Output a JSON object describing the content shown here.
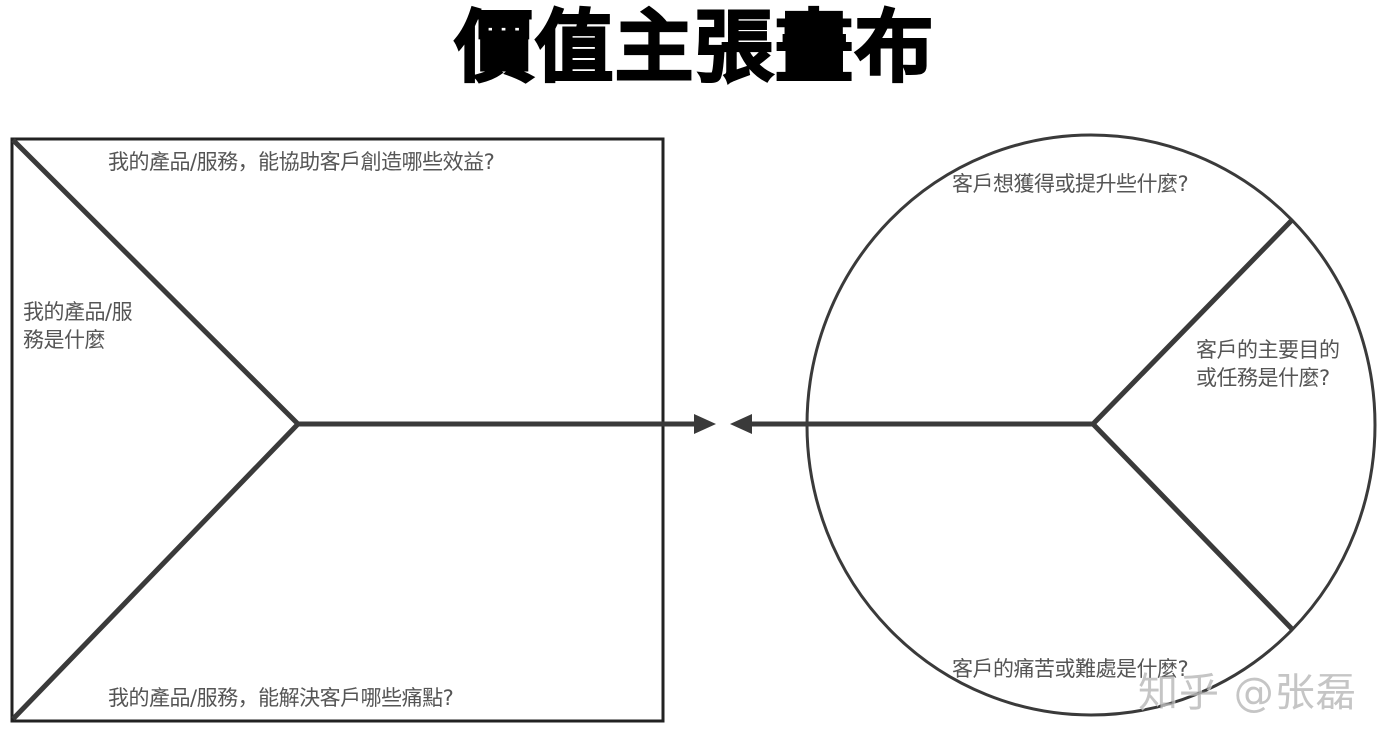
{
  "title": "價值主張畫布",
  "value_map": {
    "shape": "rectangle",
    "gains_creators": "我的產品/服務，能協助客戶創造哪些效益?",
    "products_services_line1": "我的產品/服",
    "products_services_line2": "務是什麼",
    "pain_relievers": "我的產品/服務，能解決客戶哪些痛點?"
  },
  "customer_profile": {
    "shape": "circle",
    "gains": "客戶想獲得或提升些什麼?",
    "jobs_line1": "客戶的主要目的",
    "jobs_line2": "或任務是什麼?",
    "pains": "客戶的痛苦或難處是什麼?"
  },
  "connector": {
    "left_arrow": "arrow-right",
    "right_arrow": "arrow-left"
  },
  "watermark": "知乎 @张磊",
  "colors": {
    "stroke": "#3a3a3a",
    "text": "#555555",
    "title": "#000000"
  }
}
